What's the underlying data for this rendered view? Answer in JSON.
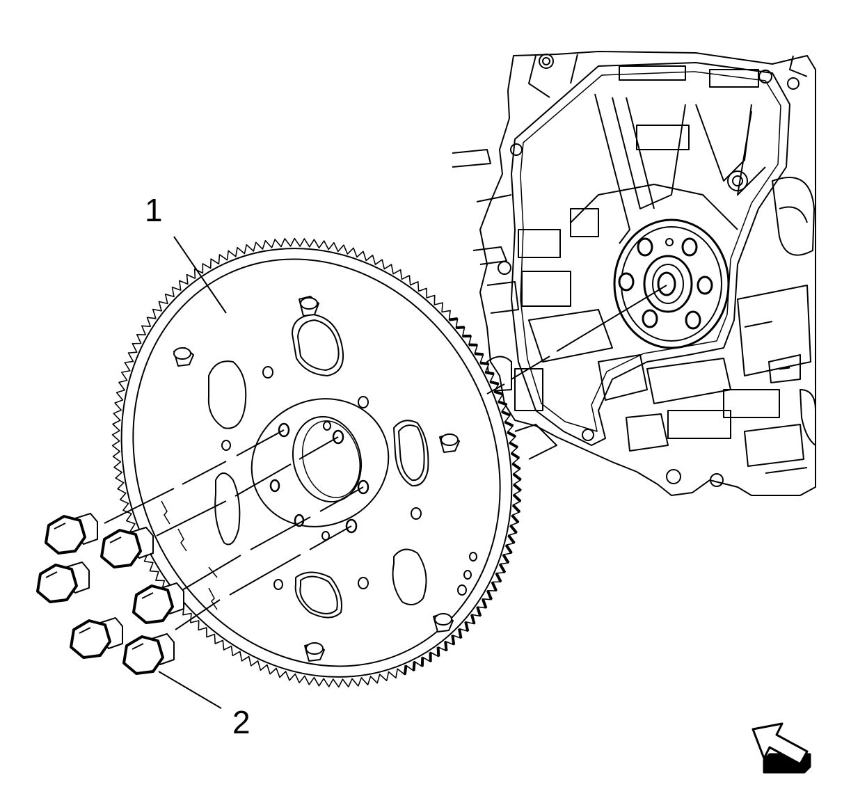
{
  "figure": {
    "callouts": [
      {
        "id": "1",
        "label": "1"
      },
      {
        "id": "2",
        "label": "2"
      }
    ],
    "colors": {
      "line": "#000000",
      "background": "#ffffff"
    },
    "icons": [
      "view-direction-arrow-icon"
    ]
  }
}
